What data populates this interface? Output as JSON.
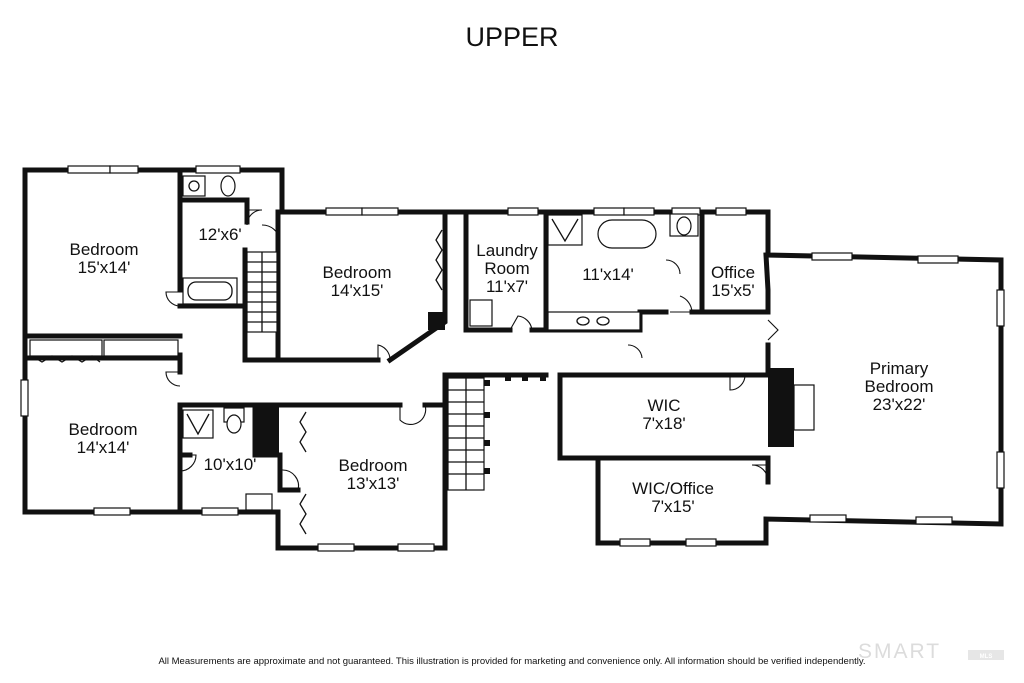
{
  "title": "UPPER",
  "rooms": {
    "bedroom_a": {
      "name": "Bedroom",
      "size": "15'x14'"
    },
    "bath_a": {
      "size": "12'x6'"
    },
    "bedroom_b": {
      "name": "Bedroom",
      "size": "14'x15'"
    },
    "laundry": {
      "name1": "Laundry",
      "name2": "Room",
      "size": "11'x7'"
    },
    "bath_primary": {
      "size": "11'x14'"
    },
    "office": {
      "name": "Office",
      "size": "15'x5'"
    },
    "primary": {
      "name1": "Primary",
      "name2": "Bedroom",
      "size": "23'x22'"
    },
    "bedroom_c": {
      "name": "Bedroom",
      "size": "14'x14'"
    },
    "bath_c": {
      "size": "10'x10'"
    },
    "bedroom_d": {
      "name": "Bedroom",
      "size": "13'x13'"
    },
    "wic": {
      "name": "WIC",
      "size": "7'x18'"
    },
    "wic_office": {
      "name": "WIC/Office",
      "size": "7'x15'"
    }
  },
  "disclaimer": "All Measurements are approximate and not guaranteed.  This illustration is provided for marketing and convenience only.  All information should be verified independently.",
  "watermark": {
    "brand": "SMART",
    "tag": "MLS"
  }
}
